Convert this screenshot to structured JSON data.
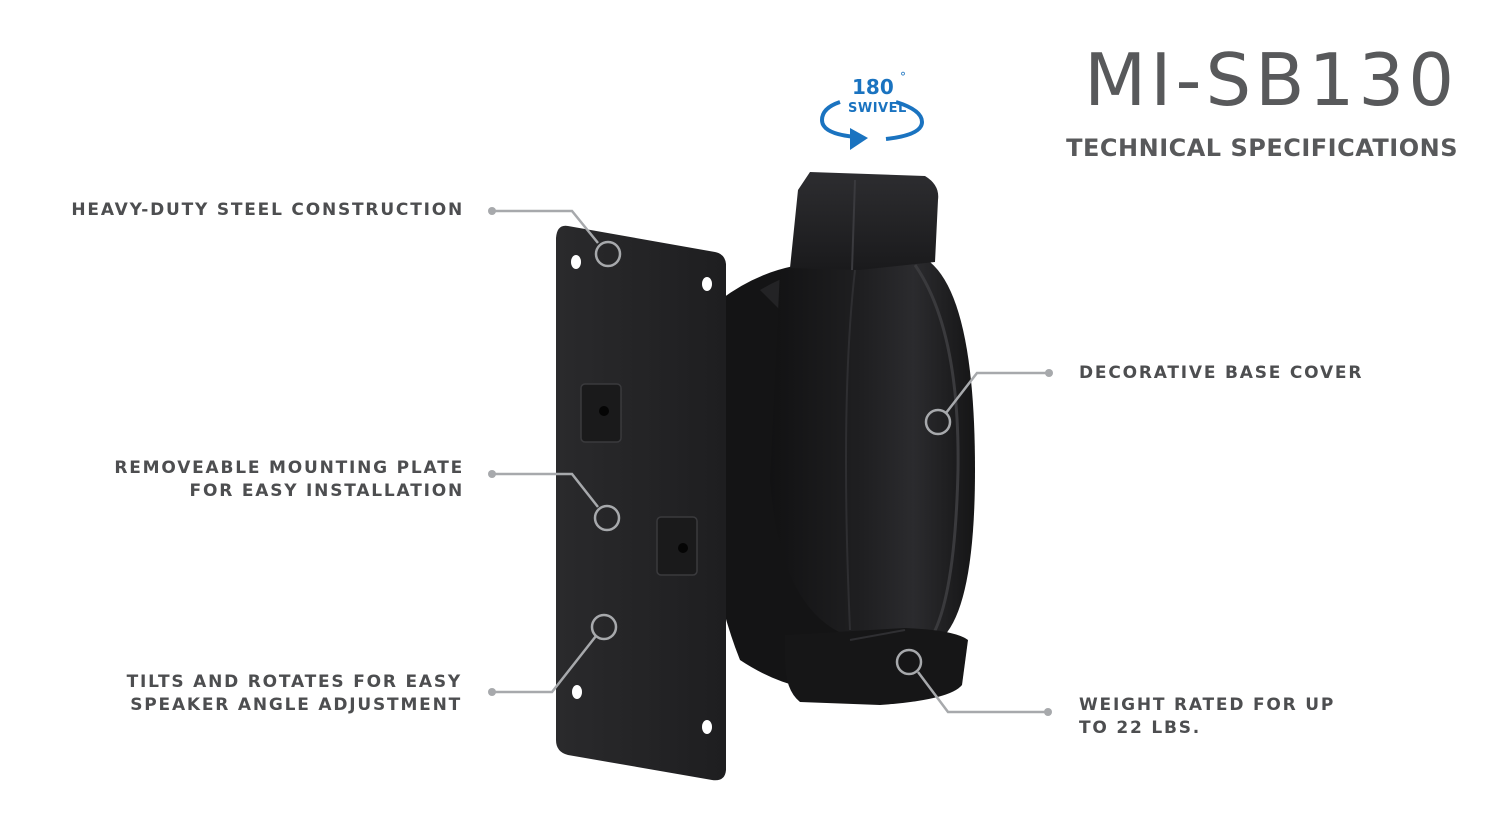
{
  "header": {
    "model": "MI-SB130",
    "subtitle": "TECHNICAL SPECIFICATIONS"
  },
  "badge": {
    "icon": "swivel-arrow-icon",
    "degrees": "180",
    "degree_symbol": "°",
    "label": "SWIVEL",
    "color": "#1a73c0"
  },
  "callouts": {
    "left": [
      {
        "lines": [
          "HEAVY-DUTY STEEL CONSTRUCTION"
        ]
      },
      {
        "lines": [
          "REMOVEABLE MOUNTING PLATE",
          "FOR EASY INSTALLATION"
        ]
      },
      {
        "lines": [
          "TILTS AND ROTATES FOR EASY",
          "SPEAKER ANGLE ADJUSTMENT"
        ]
      }
    ],
    "right": [
      {
        "lines": [
          "DECORATIVE BASE COVER"
        ]
      },
      {
        "lines": [
          "WEIGHT RATED FOR UP",
          "TO 22 LBS."
        ]
      }
    ]
  },
  "colors": {
    "text": "#58595b",
    "leader_line": "#a7a9ac",
    "product": "#1c1c1e",
    "accent": "#1a73c0"
  }
}
